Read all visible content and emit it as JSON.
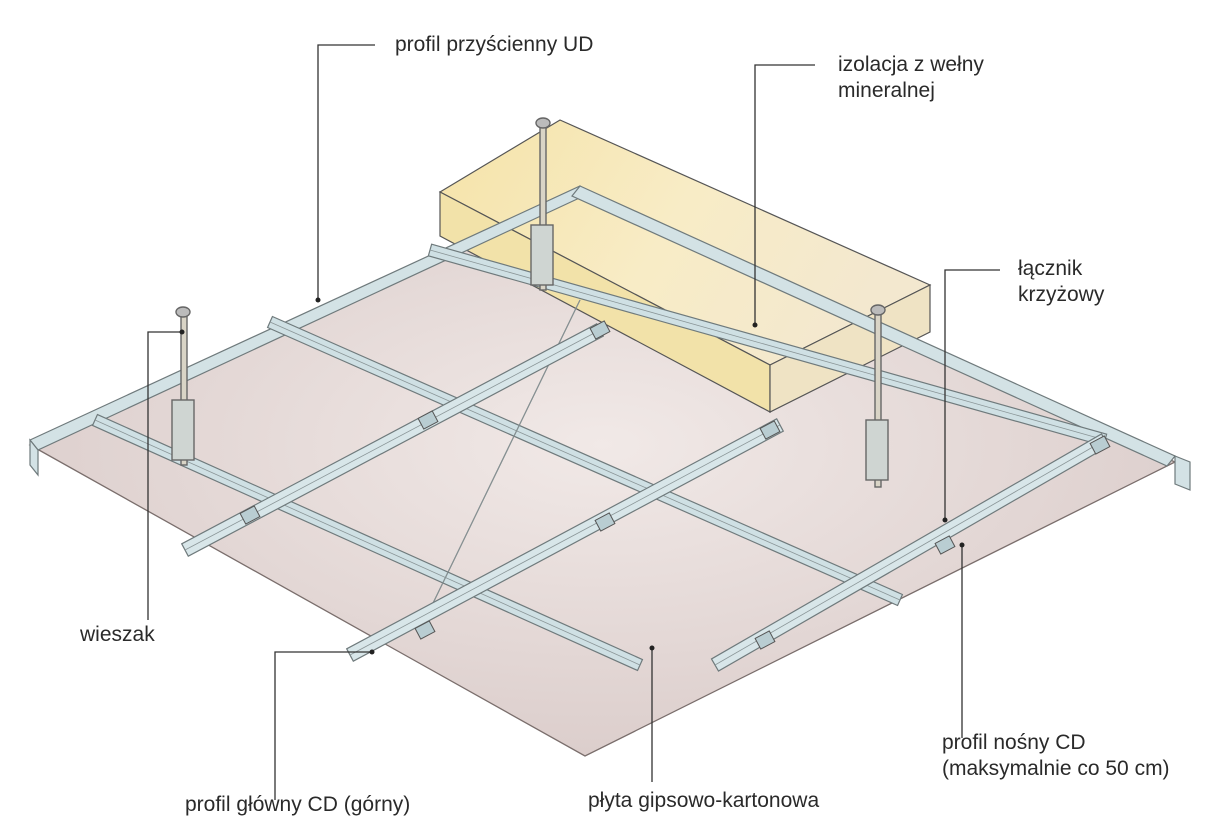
{
  "labels": {
    "ud_profile": "profil przyścienny UD",
    "insulation_line1": "izolacja z wełny",
    "insulation_line2": "mineralnej",
    "cross_connector_line1": "łącznik",
    "cross_connector_line2": "krzyżowy",
    "hanger": "wieszak",
    "main_profile": "profil główny CD (górny)",
    "plasterboard": "płyta gipsowo-kartonowa",
    "carrier_profile_line1": "profil nośny CD",
    "carrier_profile_line2": "(maksymalnie co 50 cm)"
  },
  "colors": {
    "board": "#e9dfdd",
    "board_shade": "#d9cbc9",
    "insulation": "#f6e7b4",
    "insulation_side": "#f0dfa6",
    "profile": "#cfe0e4",
    "profile_edge": "#6f7a7c",
    "leader": "#333333"
  }
}
